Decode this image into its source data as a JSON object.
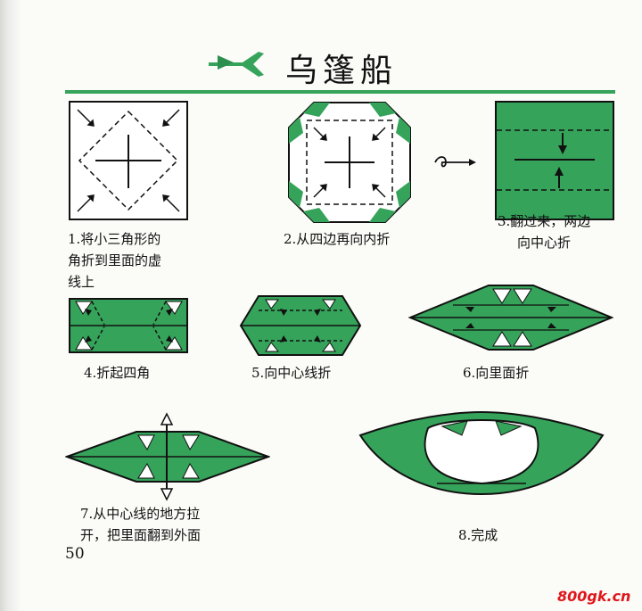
{
  "title": "乌篷船",
  "steps": [
    {
      "label_line1": "1.将小三角形的",
      "label_line2": "角折到里面的虚",
      "label_line3": "线上"
    },
    {
      "label_line1": "2.从四边再向内折"
    },
    {
      "label_line1": "3.翻过来，两边",
      "label_line2": "向中心折"
    },
    {
      "label_line1": "4.折起四角"
    },
    {
      "label_line1": "5.向中心线折"
    },
    {
      "label_line1": "6.向里面折"
    },
    {
      "label_line1": "7.从中心线的地方拉",
      "label_line2": "开，把里面翻到外面"
    },
    {
      "label_line1": "8.完成"
    }
  ],
  "page_number": "50",
  "watermark": "800gk.cn",
  "colors": {
    "green": "#35a35a",
    "dark_green": "#1f7a3e",
    "ink": "#111111",
    "watermark": "#e0161b"
  }
}
